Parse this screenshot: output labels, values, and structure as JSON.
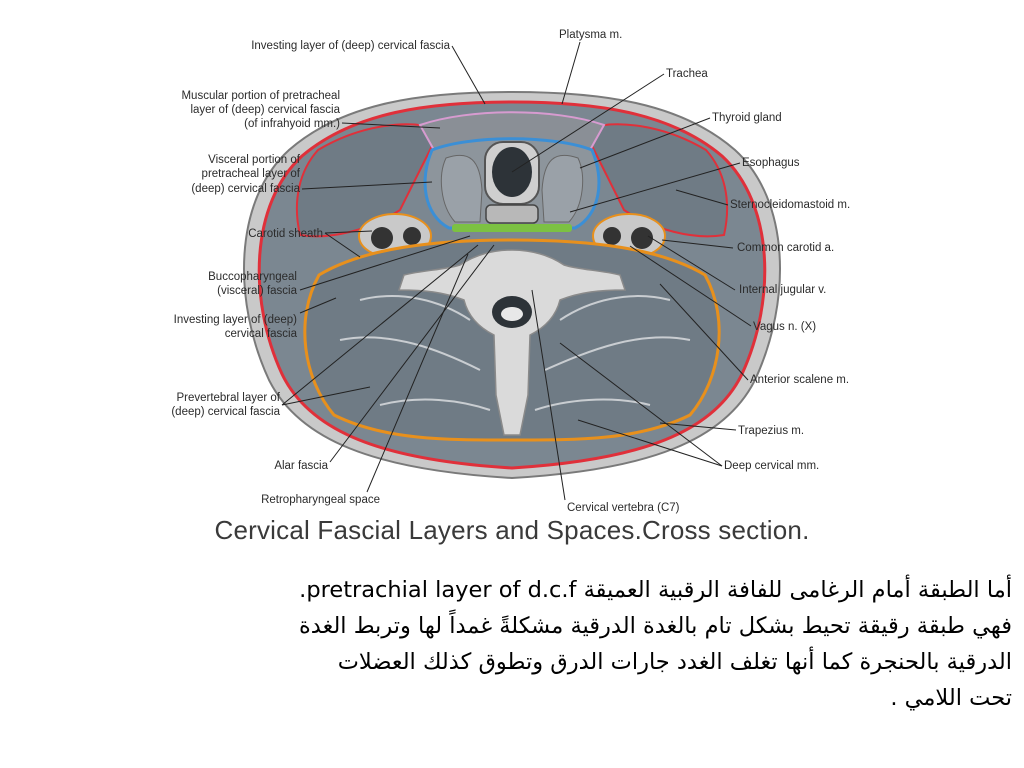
{
  "figure": {
    "labels_left": {
      "investing_layer": "Investing layer of (deep) cervical fascia",
      "muscular_portion_l1": "Muscular portion of pretracheal",
      "muscular_portion_l2": "layer of (deep) cervical fascia",
      "muscular_portion_l3": "(of infrahyoid mm.)",
      "visceral_portion_l1": "Visceral portion of",
      "visceral_portion_l2": "pretracheal layer of",
      "visceral_portion_l3": "(deep) cervical fascia",
      "carotid_sheath": "Carotid sheath",
      "buccopharyngeal_l1": "Buccopharyngeal",
      "buccopharyngeal_l2": "(visceral) fascia",
      "investing_deep_l1": "Investing layer of (deep)",
      "investing_deep_l2": "cervical fascia",
      "prevertebral_l1": "Prevertebral layer of",
      "prevertebral_l2": "(deep) cervical fascia",
      "alar_fascia": "Alar fascia",
      "retropharyngeal_space": "Retropharyngeal space"
    },
    "labels_right": {
      "platysma": "Platysma m.",
      "trachea": "Trachea",
      "thyroid_gland": "Thyroid gland",
      "esophagus": "Esophagus",
      "sternocleidomastoid": "Sternocleidomastoid m.",
      "common_carotid": "Common carotid a.",
      "internal_jugular": "Internal jugular v.",
      "vagus": "Vagus n. (X)",
      "anterior_scalene": "Anterior scalene m.",
      "trapezius": "Trapezius m.",
      "deep_cervical": "Deep cervical mm.",
      "cervical_vertebra": "Cervical vertebra (C7)"
    },
    "colors": {
      "investing_fascia": "#e0303a",
      "pretracheal_visceral": "#3b8fd6",
      "prevertebral": "#e8901c",
      "muscle": "#6f7b85",
      "bone": "#d9d9d9",
      "green_fascia": "#7cc142"
    }
  },
  "caption": "Cervical Fascial Layers and Spaces.Cross section.",
  "paragraph": {
    "line1": "أما الطبقة أمام الرغامى للفافة الرقبية العميقة pretrachial layer of d.c.f.",
    "line2": "فهي طبقة رقيقة تحيط بشكل تام بالغدة الدرقية مشكلةً غمداً لها وتربط الغدة",
    "line3": "الدرقية بالحنجرة كما أنها تغلف الغدد جارات الدرق وتطوق كذلك العضلات",
    "line4": "تحت اللامي ."
  }
}
